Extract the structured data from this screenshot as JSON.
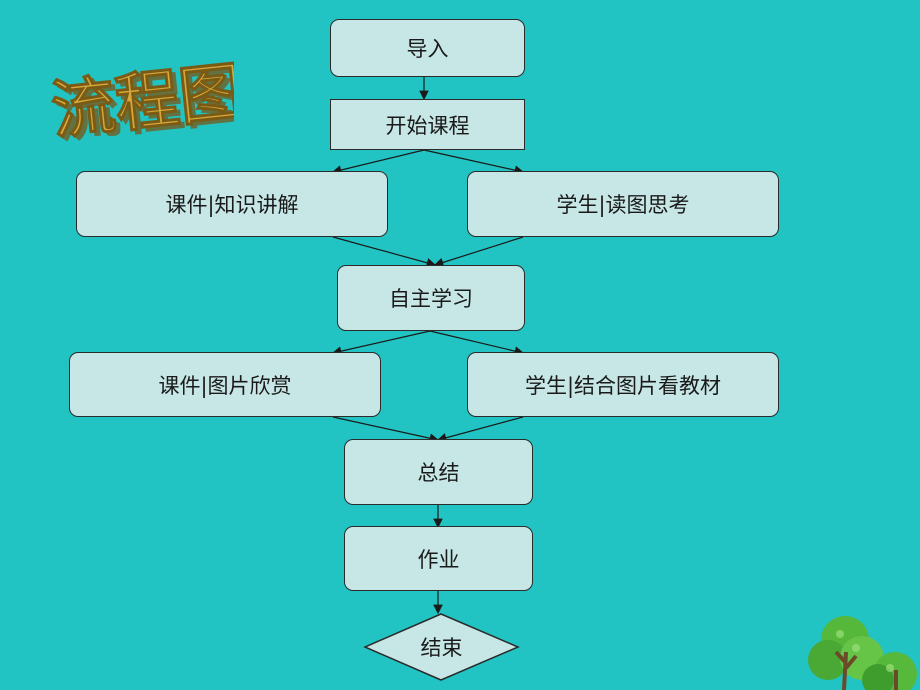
{
  "title": "流程图",
  "colors": {
    "background": "#21c4c2",
    "node_fill": "#c7e6e6",
    "stroke": "#2b2b2b"
  },
  "nodes": {
    "intro": "导入",
    "start_course": "开始课程",
    "courseware_1": "课件|知识讲解",
    "student_1": "学生|读图思考",
    "self_study": "自主学习",
    "courseware_2": "课件|图片欣赏",
    "student_2": "学生|结合图片看教材",
    "summary": "总结",
    "homework": "作业",
    "end": "结束"
  },
  "decoration": {
    "tree_icon": "tree-icon"
  }
}
